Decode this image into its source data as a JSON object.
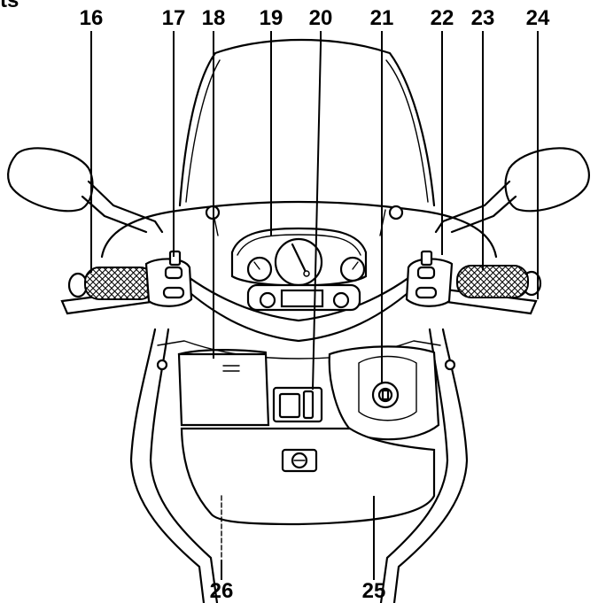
{
  "header_fragment": "ts",
  "callouts": [
    "16",
    "17",
    "18",
    "19",
    "20",
    "21",
    "22",
    "23",
    "24",
    "26",
    "25"
  ]
}
